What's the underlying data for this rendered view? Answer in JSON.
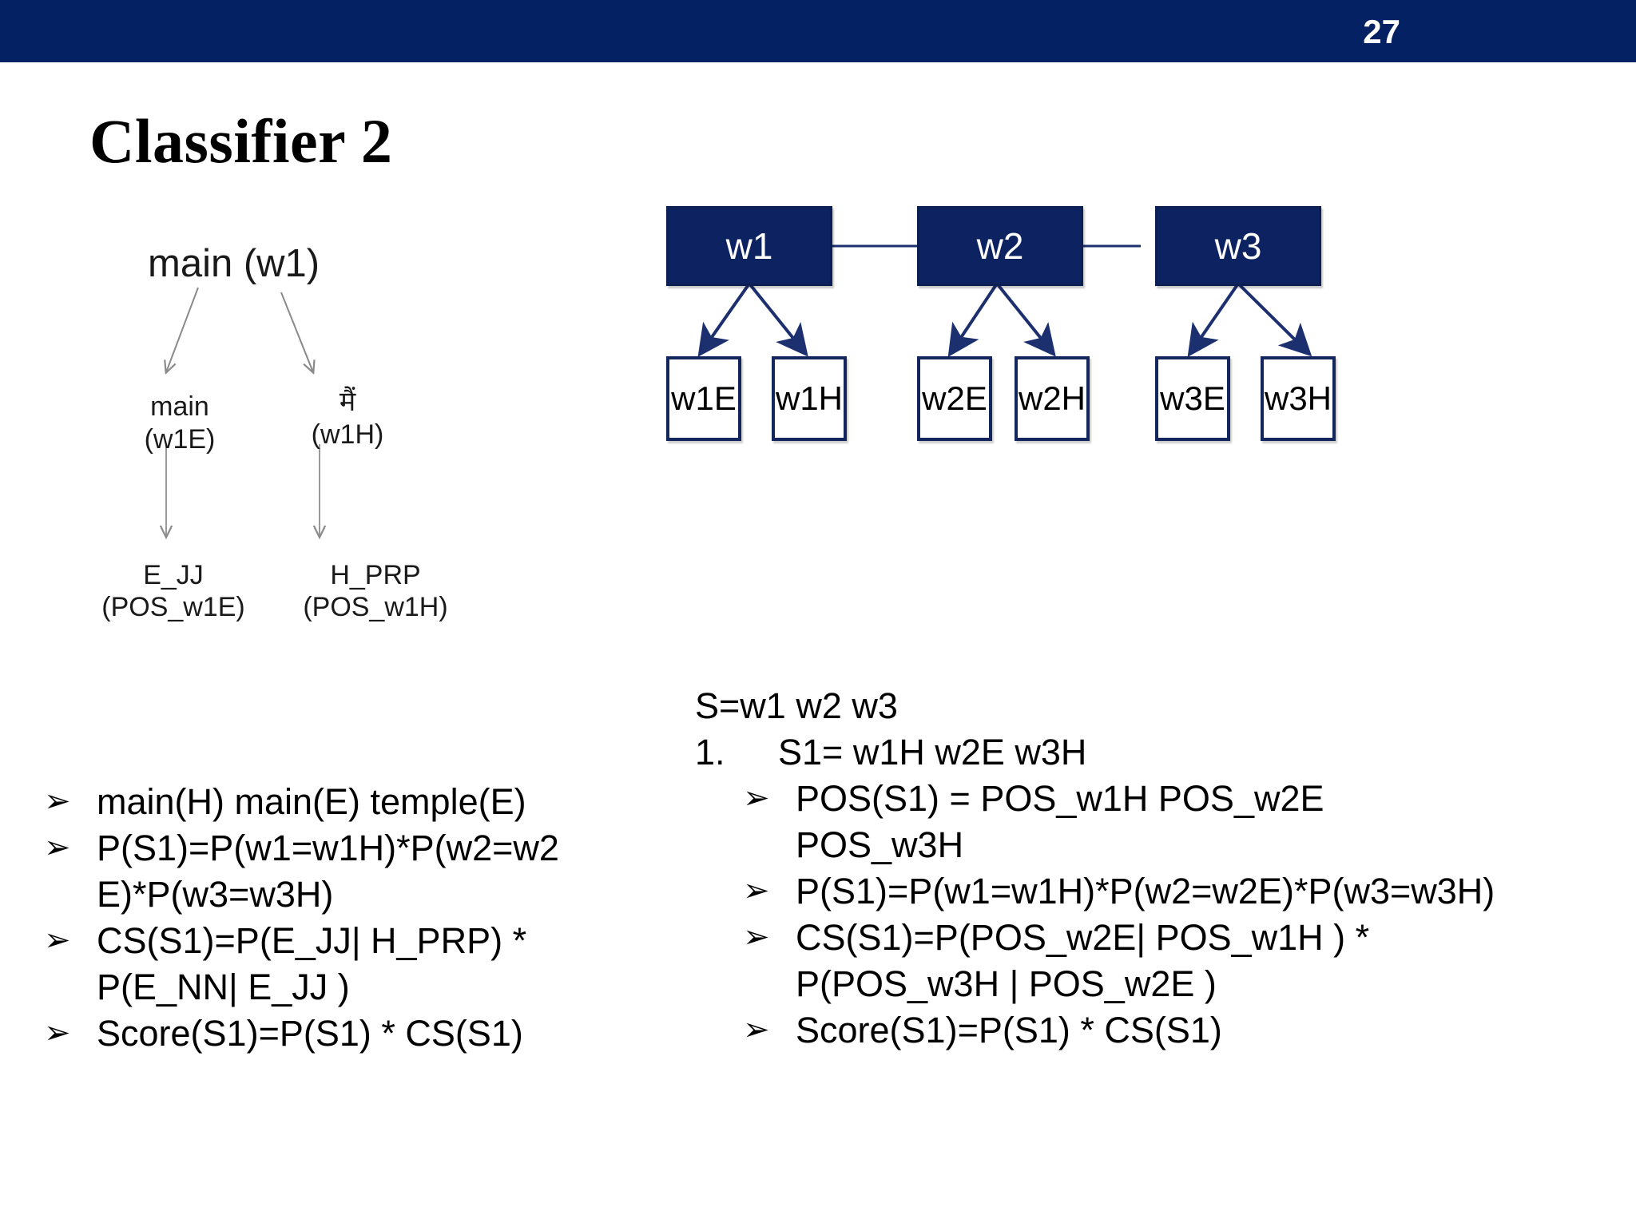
{
  "header": {
    "page_number": "27",
    "bar_color": "#032163"
  },
  "title": "Classifier 2",
  "colors": {
    "brand_blue": "#032163",
    "node_fill": "#0d2260",
    "leaf_border": "#14265e",
    "arrow_gray": "#8a8a8a",
    "arrow_blue": "#1c3070"
  },
  "left_tree": {
    "root": "main (w1)",
    "children": [
      {
        "word": "main",
        "id": "(w1E)",
        "pos": "E_JJ",
        "pos_id": "(POS_w1E)"
      },
      {
        "word": "मैं",
        "id": "(w1H)",
        "pos": "H_PRP",
        "pos_id": "(POS_w1H)"
      }
    ]
  },
  "right_diagram": {
    "nodes": [
      "w1",
      "w2",
      "w3"
    ],
    "leaves": [
      [
        "w1E",
        "w1H"
      ],
      [
        "w2E",
        "w2H"
      ],
      [
        "w3E",
        "w3H"
      ]
    ]
  },
  "bullets_left": {
    "marker": "➢",
    "items": [
      "main(H) main(E) temple(E)",
      "P(S1)=P(w1=w1H)*P(w2=w2E)*P(w3=w3H)",
      "CS(S1)=P(E_JJ| H_PRP) * P(E_NN| E_JJ )",
      "Score(S1)=P(S1) * CS(S1)"
    ]
  },
  "bullets_right": {
    "marker": "➢",
    "heading": "S=w1 w2 w3",
    "numbered": {
      "number": "1.",
      "text": "S1= w1H w2E w3H"
    },
    "items": [
      "POS(S1) = POS_w1H  POS_w2E POS_w3H",
      "P(S1)=P(w1=w1H)*P(w2=w2E)*P(w3=w3H)",
      "CS(S1)=P(POS_w2E| POS_w1H ) * P(POS_w3H | POS_w2E )",
      "Score(S1)=P(S1) * CS(S1)"
    ],
    "wrapped": {
      "item0_line1": "POS(S1) = POS_w1H  POS_w2E",
      "item0_line2": "POS_w3H",
      "item2_line1": "CS(S1)=P(POS_w2E| POS_w1H ) *",
      "item2_line2": "P(POS_w3H | POS_w2E )"
    }
  },
  "bullets_left_wrapped": {
    "item1_line1": "P(S1)=P(w1=w1H)*P(w2=w2",
    "item1_line2": "E)*P(w3=w3H)",
    "item2_line1": "CS(S1)=P(E_JJ| H_PRP) *",
    "item2_line2": "P(E_NN| E_JJ )"
  }
}
